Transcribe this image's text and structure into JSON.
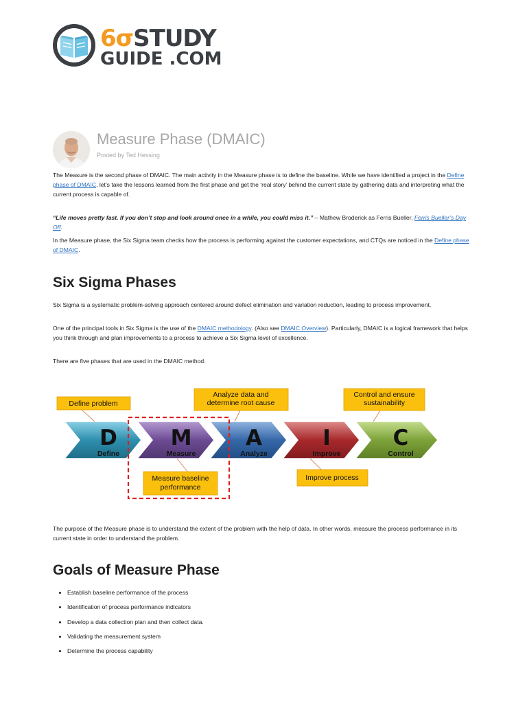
{
  "brand": {
    "top_six": "6σ",
    "top_study": "STUDY",
    "bottom": "GUIDE .COM"
  },
  "post": {
    "title": "Measure Phase (DMAIC)",
    "byline": "Posted by Ted Hessing"
  },
  "intro": {
    "p1_a": "The Measure is the second phase of DMAIC. The main activity in the Measure phase is to define the baseline. While we have identified a project in the ",
    "p1_link": "Define phase of DMAIC",
    "p1_b": ", let’s take the lessons learned from the first phase and get the ‘real story’ behind the current state by gathering data and interpreting what the current process is capable of.",
    "quote": "“Life moves pretty fast. If you don’t stop and look around once in a while, you could miss it.”",
    "quote_attr": " – Mathew Broderick as Ferris Bueller, ",
    "quote_link": "Ferris Bueller’s Day Off",
    "quote_end": ".",
    "p3_a": "In the Measure phase, the Six Sigma team checks how the process is performing against the customer expectations, and CTQs are noticed in the ",
    "p3_link": "Define phase of DMAIC",
    "p3_b": "."
  },
  "phases": {
    "heading": "Six Sigma Phases",
    "p1": "Six Sigma is a systematic problem-solving approach centered around defect elimination and variation reduction, leading to process improvement.",
    "p2_a": "One of the principal tools in Six Sigma is the use of the ",
    "p2_link1": "DMAIC methodology",
    "p2_b": ". (Also see ",
    "p2_link2": "DMAIC Overview",
    "p2_c": "). Particularly, DMAIC is a logical framework that helps you think through and plan improvements to a process to achieve a Six Sigma level of excellence.",
    "p3": "There are five phases that are used in the DMAIC method."
  },
  "diagram": {
    "arrows": [
      {
        "letter": "D",
        "label": "Define",
        "color": "#2e8fae"
      },
      {
        "letter": "M",
        "label": "Measure",
        "color": "#6d4b94"
      },
      {
        "letter": "A",
        "label": "Analyze",
        "color": "#3567a8"
      },
      {
        "letter": "I",
        "label": "Improve",
        "color": "#a8292c"
      },
      {
        "letter": "C",
        "label": "Control",
        "color": "#7ea33a"
      }
    ],
    "callouts": {
      "define": "Define problem",
      "analyze_1": "Analyze data and",
      "analyze_2": "determine root cause",
      "control_1": "Control and ensure",
      "control_2": "sustainability",
      "measure_1": "Measure baseline",
      "measure_2": "performance",
      "improve": "Improve process"
    },
    "callout_fill": "#fbbf0d",
    "highlight_color": "#e02020"
  },
  "purpose": "The purpose of the Measure phase is to understand the extent of the problem with the help of data. In other words, measure the process performance in its current state in order to understand the problem.",
  "goals": {
    "heading": "Goals of Measure Phase",
    "items": [
      "Establish baseline performance of the process",
      "Identification of process performance indicators",
      "Develop a data collection plan and then collect data.",
      "Validating the measurement system",
      "Determine the process capability"
    ]
  }
}
